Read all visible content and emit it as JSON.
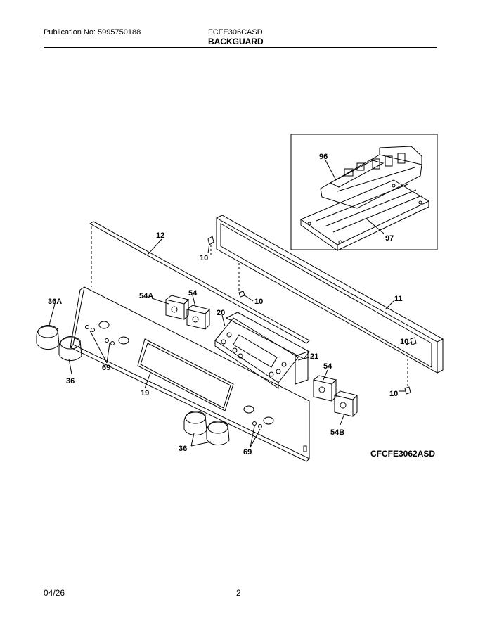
{
  "header": {
    "publication": "Publication No: 5995750188",
    "model": "FCFE306CASD",
    "section": "BACKGUARD"
  },
  "diagram": {
    "callouts": {
      "c96": "96",
      "c97": "97",
      "c12": "12",
      "c10a": "10",
      "c10b": "10",
      "c10c": "10",
      "c10d": "10",
      "c11": "11",
      "c36A": "36A",
      "c54A": "54A",
      "c54a": "54",
      "c20": "20",
      "c21": "21",
      "c69a": "69",
      "c36a": "36",
      "c19": "19",
      "c54b": "54",
      "c54B": "54B",
      "c36b": "36",
      "c69b": "69"
    },
    "figure_code": "CFCFE3062ASD"
  },
  "footer": {
    "date": "04/26",
    "page": "2"
  }
}
